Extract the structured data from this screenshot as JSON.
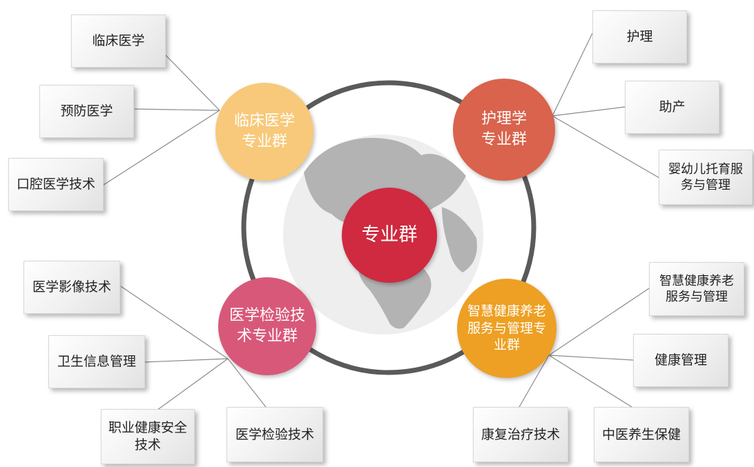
{
  "center": {
    "label": "专业群",
    "color": "#cf2a3f"
  },
  "groups": [
    {
      "id": "clinical",
      "label": "临床医学\n专业群",
      "color": "#f8c97a",
      "items": [
        "临床医学",
        "预防医学",
        "口腔医学技术"
      ]
    },
    {
      "id": "nursing",
      "label": "护理学\n专业群",
      "color": "#d9634c",
      "items": [
        "护理",
        "助产",
        "婴幼儿托育服\n务与管理"
      ]
    },
    {
      "id": "lab",
      "label": "医学检验技\n术专业群",
      "color": "#d8587a",
      "items": [
        "医学影像技术",
        "卫生信息管理",
        "职业健康安全\n技术",
        "医学检验技术"
      ]
    },
    {
      "id": "elderly",
      "label": "智慧健康养老\n服务与管理专\n业群",
      "color": "#eda023",
      "items": [
        "智慧健康养老\n服务与管理",
        "健康管理",
        "中医养生保健",
        "康复治疗技术"
      ]
    }
  ],
  "colors": {
    "ring": "#5a5a5a",
    "globe": "#b3b3b3",
    "connector": "#8a8a8a"
  }
}
